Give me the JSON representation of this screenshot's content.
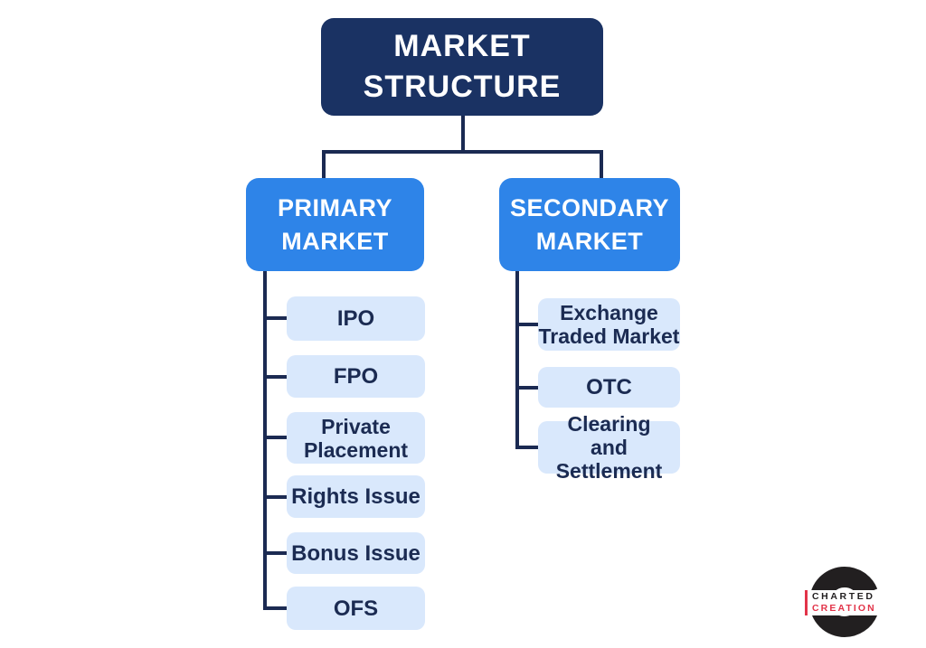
{
  "diagram": {
    "title": "Market Structure",
    "root": {
      "label": "MARKET\nSTRUCTURE"
    },
    "branches": [
      {
        "id": "primary-market",
        "label": "PRIMARY\nMARKET",
        "children": [
          {
            "label": "IPO"
          },
          {
            "label": "FPO"
          },
          {
            "label": "Private\nPlacement"
          },
          {
            "label": "Rights Issue"
          },
          {
            "label": "Bonus Issue"
          },
          {
            "label": "OFS"
          }
        ]
      },
      {
        "id": "secondary-market",
        "label": "SECONDARY\nMARKET",
        "children": [
          {
            "label": "Exchange\nTraded Market"
          },
          {
            "label": "OTC"
          },
          {
            "label": "Clearing\nand Settlement"
          }
        ]
      }
    ],
    "colors": {
      "root_bg": "#1a3263",
      "branch_bg": "#2e84e8",
      "leaf_bg": "#d9e8fc",
      "leaf_text": "#1b2b52",
      "connector": "#1b2a52",
      "background": "#ffffff"
    }
  },
  "logo": {
    "mark": "c-ring-icon",
    "line1": "CHARTED",
    "line2": "CREATION",
    "mark_color": "#221f20",
    "accent_color": "#e23449"
  }
}
